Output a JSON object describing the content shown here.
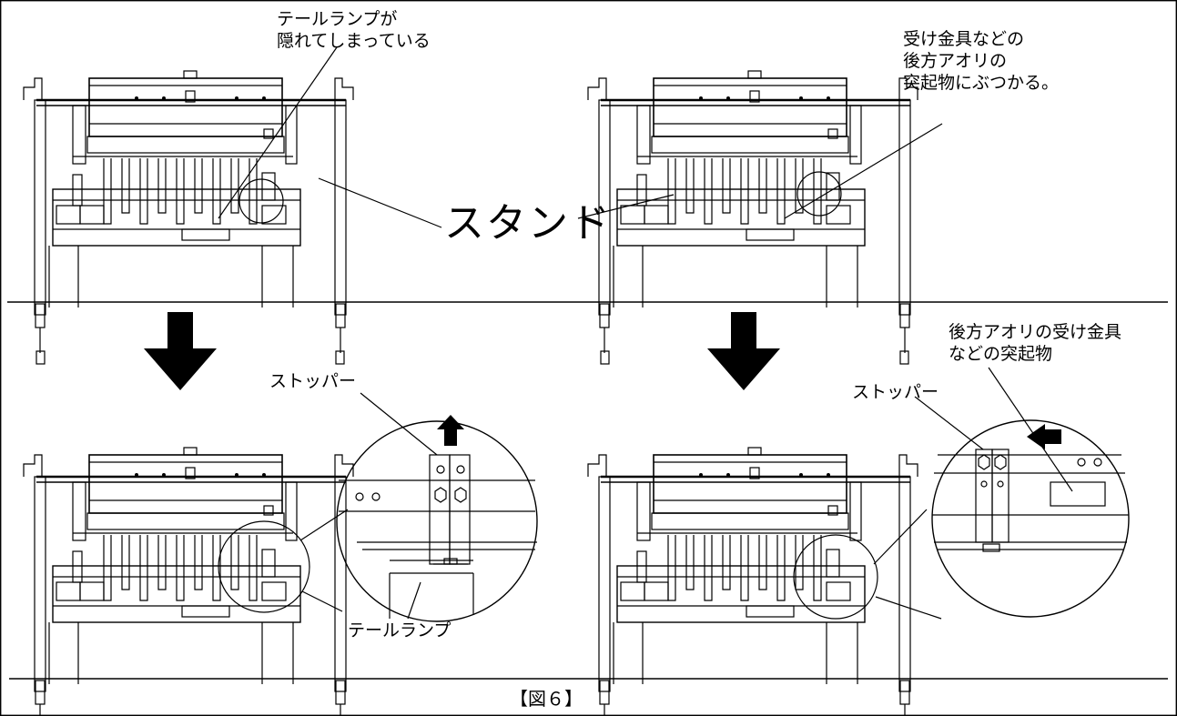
{
  "colors": {
    "ink": "#000000",
    "paper": "#ffffff"
  },
  "labels": {
    "tail_lamp_hidden_line1": "テールランプが",
    "tail_lamp_hidden_line2": "隠れてしまっている",
    "hits_protrusion_line1": "受け金具などの",
    "hits_protrusion_line2": "後方アオリの",
    "hits_protrusion_line3": "突起物にぶつかる。",
    "stand": "スタンド",
    "stopper_left": "ストッパー",
    "stopper_right": "ストッパー",
    "tail_lamp": "テールランプ",
    "protrusion_line1": "後方アオリの受け金具",
    "protrusion_line2": "などの突起物",
    "figure_caption": "【図６】"
  }
}
